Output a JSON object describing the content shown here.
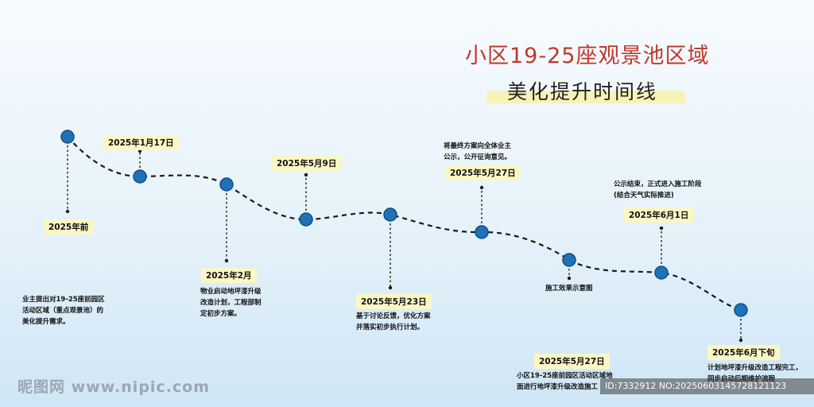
{
  "title": {
    "line1": "小区19-25座观景池区域",
    "line2": "美化提升时间线"
  },
  "milestones": [
    {
      "date": "2025年前",
      "text": [
        "业主提出对19-25座前园区",
        "活动区域（重点观景池）的",
        "美化提升需求。"
      ]
    },
    {
      "date": "2025年1月17日",
      "text": []
    },
    {
      "date": "2025年2月",
      "text": [
        "物业启动地坪漆升级",
        "改造计划，工程部制",
        "定初步方案。"
      ]
    },
    {
      "date": "2025年5月9日",
      "text": []
    },
    {
      "date": "2025年5月23日",
      "text": [
        "基于讨论反馈，优化方案",
        "并落实初步执行计划。"
      ]
    },
    {
      "date": "2025年5月27日",
      "text": [
        "将最终方案向全体业主",
        "公示，公开征询意见。"
      ]
    },
    {
      "date": "",
      "text": [
        "施工效果示意图"
      ]
    },
    {
      "date": "2025年6月1日",
      "text": [
        "公示结束，正式进入施工阶段",
        "(结合天气实际推进)"
      ]
    },
    {
      "date": "2025年6月下旬",
      "text": [
        "计划地坪漆升级改造工程完工，",
        "同步启动后期维护流程"
      ]
    },
    {
      "date": "2025年5月27日",
      "text": [
        "小区19-25座前园区活动区域地",
        "面进行地坪漆升级改造施工"
      ]
    }
  ],
  "watermark": {
    "left": "昵图网 www.nipic.com",
    "right": "ID:7332912 NO:20250603145728121123"
  },
  "colors": {
    "node": "#1f72b8",
    "highlight": "#fbf7c4",
    "title_red": "#c0392b"
  }
}
